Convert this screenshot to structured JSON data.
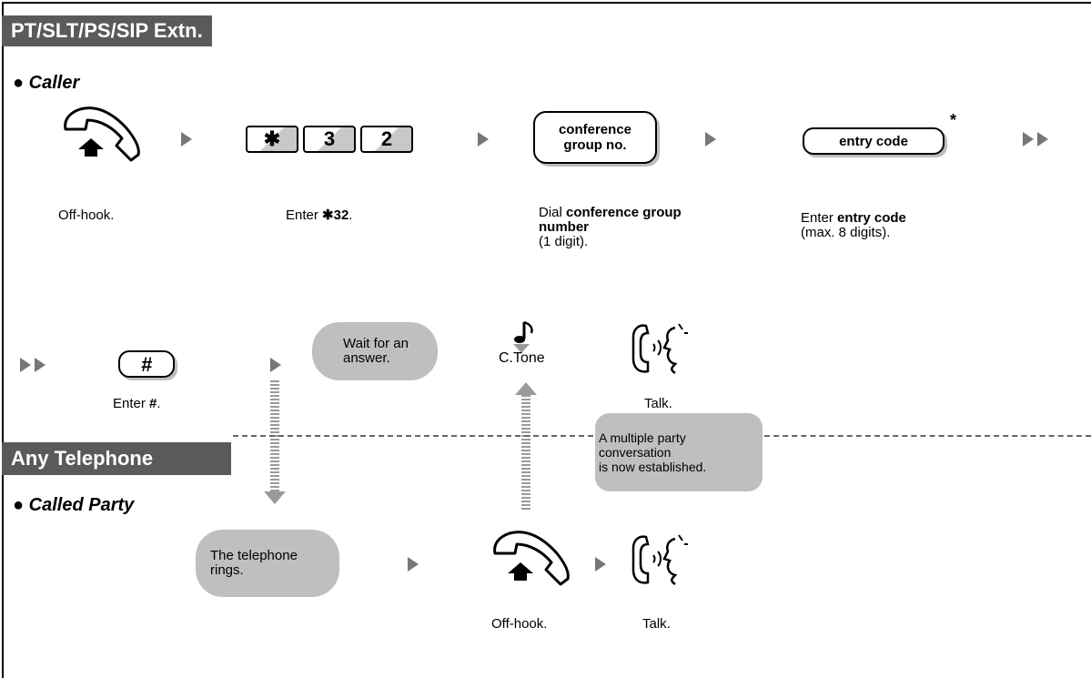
{
  "sections": {
    "pt": "PT/SLT/PS/SIP Extn.",
    "any": "Any Telephone"
  },
  "parties": {
    "caller": "Caller",
    "called": "Called Party"
  },
  "steps": {
    "offhook": "Off-hook.",
    "enter_prefix": "Enter ",
    "feature_code": "32",
    "dial_prefix": "Dial ",
    "conf_bold": "conference group number",
    "conf_suffix": "(1 digit).",
    "entry_prefix": "Enter ",
    "entry_bold": "entry code",
    "entry_suffix": "(max. 8 digits).",
    "enter_hash_prefix": "Enter ",
    "hash_bold": "#",
    "hash_suffix": ".",
    "talk": "Talk.",
    "called_offhook": "Off-hook.",
    "called_talk": "Talk."
  },
  "buttons": {
    "key_star": "✱",
    "key_3": "3",
    "key_2": "2",
    "conf_group_line1": "conference",
    "conf_group_line2": "group no.",
    "entry_code": "entry code",
    "entry_code_mark": "*",
    "hash_key": "#"
  },
  "bubbles": {
    "wait_line1": "Wait for an",
    "wait_line2": "answer.",
    "rings_line1": "The telephone",
    "rings_line2": "rings.",
    "multi_line1": "A multiple party",
    "multi_line2": "conversation",
    "multi_line3": "is now established."
  },
  "tones": {
    "confirmation": "C.Tone"
  },
  "icons": {
    "handset": "handset-offhook-icon",
    "talk": "talk-icon",
    "tone": "music-note-icon"
  },
  "colors": {
    "tab_bg": "#5a5a5a",
    "bubble_bg": "#bfbfbf",
    "arrow": "#777777"
  }
}
